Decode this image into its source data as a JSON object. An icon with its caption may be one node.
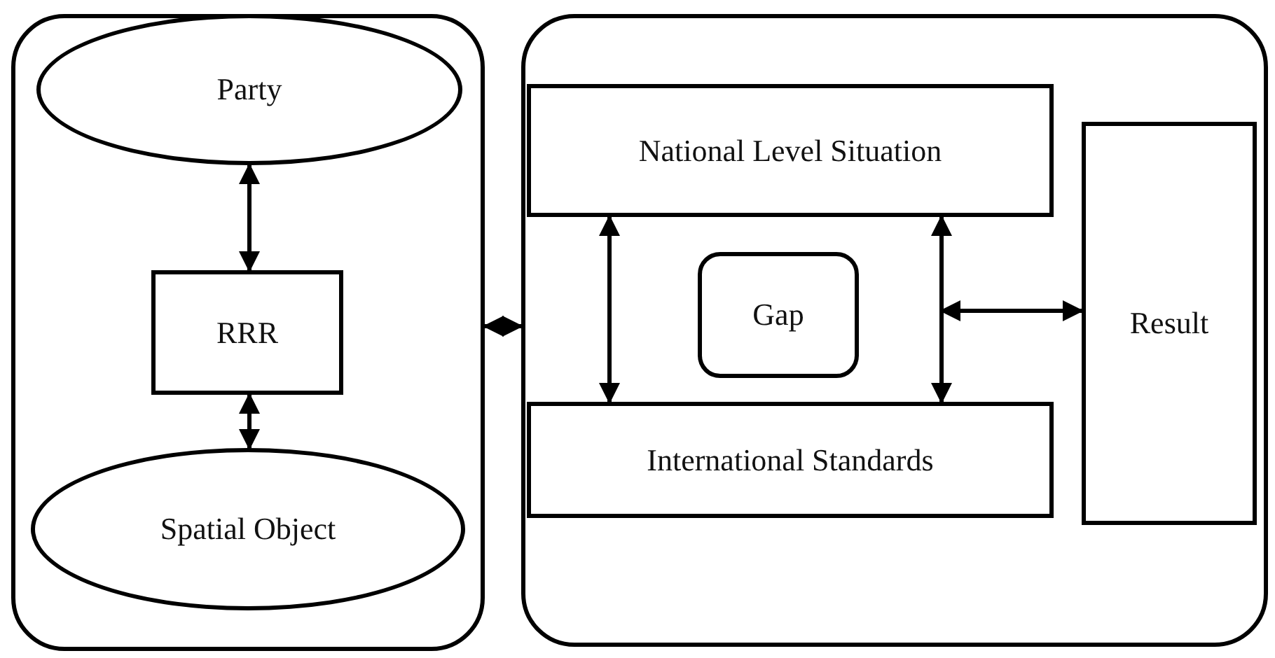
{
  "diagram": {
    "nodes": [
      {
        "text": [],
        "shape": "box"
      },
      {
        "text": [
          "Party"
        ],
        "in": 0
      },
      {
        "text": [
          "RRR"
        ],
        "in": 0
      },
      {
        "text": [
          "Spatial Object"
        ],
        "in": 0
      },
      {
        "text": [],
        "shape": "box"
      },
      {
        "text": [
          "National Level Situation"
        ],
        "in": 4
      },
      {
        "text": [
          "Gap"
        ],
        "in": 4
      },
      {
        "text": [
          "International Standards"
        ],
        "in": 4
      },
      {
        "text": [
          "Result"
        ],
        "in": 4
      }
    ],
    "edges": [
      {
        "from": 1,
        "to": 2,
        "arrow": "both"
      },
      {
        "from": 2,
        "to": 3,
        "arrow": "both"
      },
      {
        "from": 0,
        "to": 4,
        "arrow": "both"
      },
      {
        "from": 5,
        "to": 7,
        "arrow": "both"
      },
      {
        "from": 5,
        "to": 7,
        "arrow": "both"
      },
      {
        "from": null,
        "to": 8,
        "arrow": "both"
      }
    ]
  }
}
